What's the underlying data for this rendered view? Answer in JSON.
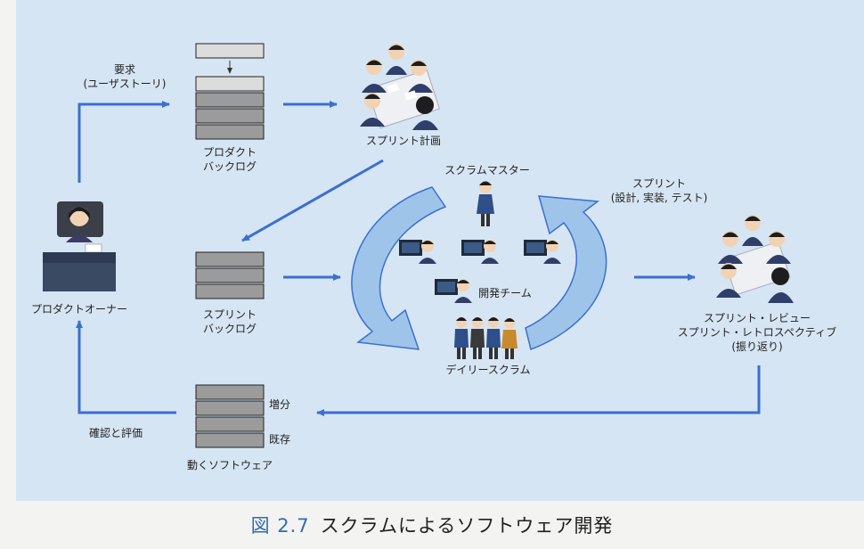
{
  "caption": {
    "figure_number": "図 2.7",
    "title": "スクラムによるソフトウェア開発"
  },
  "labels": {
    "requirements": "要求",
    "requirements_sub": "(ユーザストーリ)",
    "product_backlog_1": "プロダクト",
    "product_backlog_2": "バックログ",
    "sprint_planning": "スプリント計画",
    "product_owner": "プロダクトオーナー",
    "sprint_backlog_1": "スプリント",
    "sprint_backlog_2": "バックログ",
    "scrum_master": "スクラムマスター",
    "dev_team": "開発チーム",
    "daily_scrum": "デイリースクラム",
    "sprint_1": "スプリント",
    "sprint_2": "(設計, 実装, テスト)",
    "review_1": "スプリント・レビュー",
    "review_2": "スプリント・レトロスペクティブ",
    "review_3": "(振り返り)",
    "increment": "増分",
    "existing": "既存",
    "working_software": "動くソフトウェア",
    "check_evaluate": "確認と評価"
  },
  "colors": {
    "panel": "#d6e5f3",
    "arrow": "#3b6fd0",
    "cycle": "#9fc4ea",
    "block": "#9b9b9b"
  }
}
